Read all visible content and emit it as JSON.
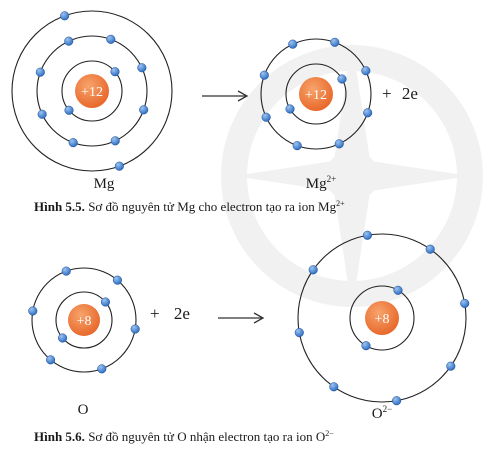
{
  "colors": {
    "nucleus": "#e8692c",
    "nucleus_highlight": "#f7a46c",
    "electron": "#2f6fc4",
    "electron_highlight": "#9cc3f0",
    "shell": "#222222",
    "watermark": "#e6e6e6"
  },
  "icons": {
    "arrow": "arrow-right-icon",
    "watermark": "compass-watermark-icon"
  },
  "figure1": {
    "atom_left": {
      "nucleus_label": "+12",
      "symbol": "Mg",
      "shells": [
        2,
        8,
        2
      ]
    },
    "atom_right": {
      "nucleus_label": "+12",
      "symbol": "Mg",
      "charge": "2+",
      "shells": [
        2,
        8
      ]
    },
    "plus_sign": "+",
    "electrons_text": "2e",
    "caption_label": "Hình 5.5.",
    "caption_text": "Sơ đồ nguyên tử Mg cho electron tạo ra ion Mg",
    "caption_charge": "2+"
  },
  "figure2": {
    "atom_left": {
      "nucleus_label": "+8",
      "symbol": "O",
      "shells": [
        2,
        6
      ]
    },
    "atom_right": {
      "nucleus_label": "+8",
      "symbol": "O",
      "charge": "2−",
      "shells": [
        2,
        8
      ]
    },
    "plus_sign": "+",
    "electrons_text": "2e",
    "caption_label": "Hình 5.6.",
    "caption_text": "Sơ đồ nguyên tử O nhận electron tạo ra ion O",
    "caption_charge": "2−"
  }
}
